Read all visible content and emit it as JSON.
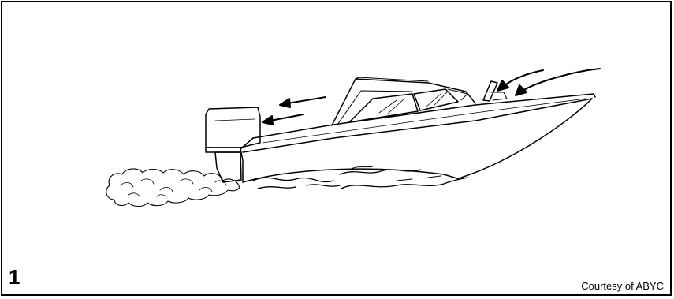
{
  "figure": {
    "number": "1",
    "credit": "Courtesy of ABYC"
  },
  "icons": [
    "boat-illustration",
    "exhaust-cloud-icon",
    "airflow-arrow-icon",
    "water-waves"
  ],
  "colors": {
    "ink": "#000000",
    "paper": "#ffffff"
  }
}
